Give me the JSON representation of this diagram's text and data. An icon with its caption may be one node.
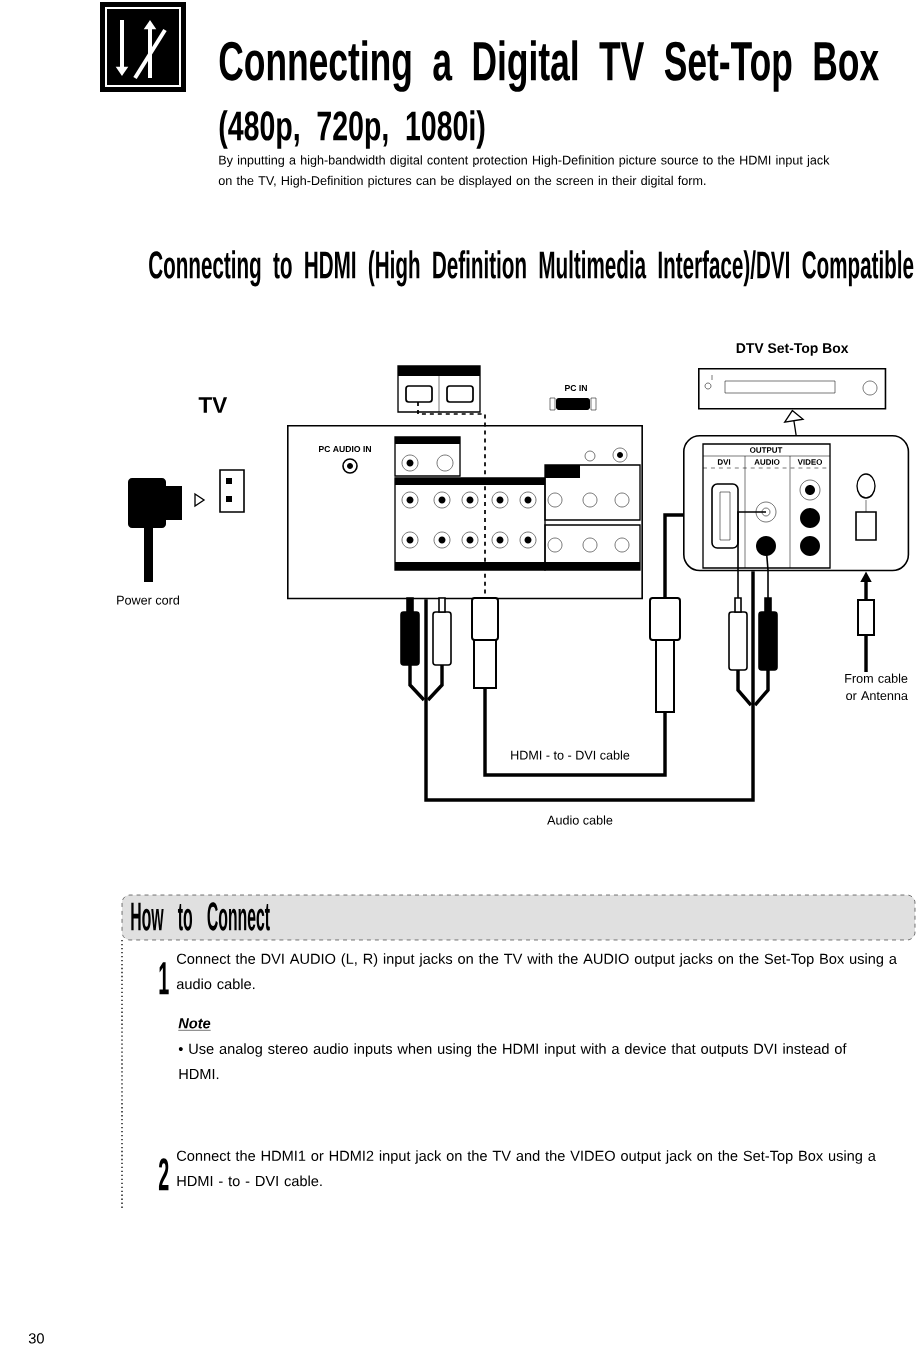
{
  "diagram": {
    "title": "Connecting a Digital TV Set-Top Box",
    "nodes": [
      {
        "text": [
          "TV"
        ]
      },
      {
        "text": [
          "DTV Set-Top Box"
        ]
      },
      {
        "text": [],
        "shape": "box"
      },
      {
        "text": [
          "From cable or Antenna"
        ]
      }
    ],
    "edges": [
      {
        "from": 0,
        "to": 2,
        "arrow": "none",
        "label": "HDMI - to - DVI cable"
      },
      {
        "from": 0,
        "to": 2,
        "arrow": "none",
        "label": "Audio cable"
      },
      {
        "from": 3,
        "to": 2,
        "arrow": "to"
      },
      {
        "from": 2,
        "to": 1,
        "arrow": "to"
      }
    ],
    "labels": [
      "(480p, 720p, 1080i)",
      "By inputting a high-bandwidth digital content protection High-Definition picture source to the HDMI input jack on the TV, High-Definition pictures can be displayed on the screen in their digital form.",
      "Connecting to HDMI (High Definition Multimedia Interface)/DVI Compatible",
      "PC IN",
      "PC AUDIO IN",
      "OUTPUT",
      "DVI",
      "AUDIO",
      "VIDEO",
      "Power cord",
      "How to Connect",
      "1",
      "Connect the DVI AUDIO (L, R) input jacks on the TV with the AUDIO output jacks on the Set-Top Box using a audio cable.",
      "Note",
      "• Use analog stereo audio inputs when using the HDMI input with a device that outputs DVI instead of HDMI.",
      "2",
      "Connect the HDMI1 or HDMI2 input jack on the TV and the VIDEO output jack on the Set-Top Box using a HDMI - to - DVI cable.",
      "30"
    ]
  }
}
